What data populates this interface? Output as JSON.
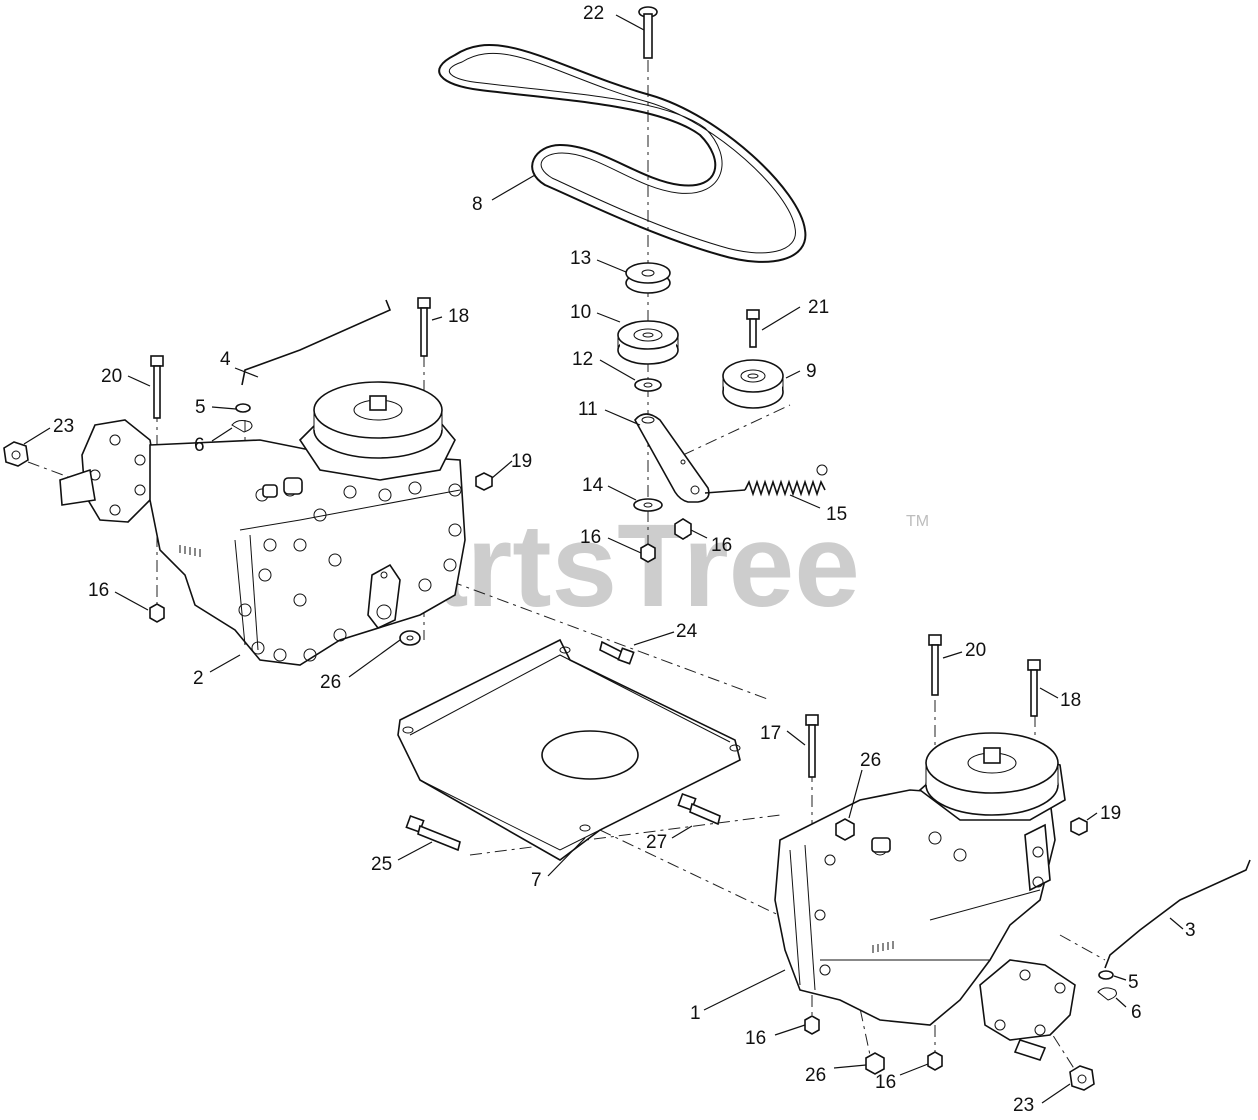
{
  "watermark": {
    "text": "PartsTree",
    "tm": "TM"
  },
  "callouts": {
    "c22": "22",
    "c8": "8",
    "c13": "13",
    "c10": "10",
    "c21": "21",
    "c12": "12",
    "c9": "9",
    "c11": "11",
    "c14": "14",
    "c15": "15",
    "c16a": "16",
    "c16b": "16",
    "c18a": "18",
    "c20a": "20",
    "c4": "4",
    "c5a": "5",
    "c6a": "6",
    "c23a": "23",
    "c19a": "19",
    "c16c": "16",
    "c2": "2",
    "c26a": "26",
    "c24": "24",
    "c20b": "20",
    "c18b": "18",
    "c17": "17",
    "c26b": "26",
    "c19b": "19",
    "c27": "27",
    "c25": "25",
    "c7": "7",
    "c3": "3",
    "c5b": "5",
    "c6b": "6",
    "c1": "1",
    "c16d": "16",
    "c26c": "26",
    "c16e": "16",
    "c23b": "23"
  }
}
